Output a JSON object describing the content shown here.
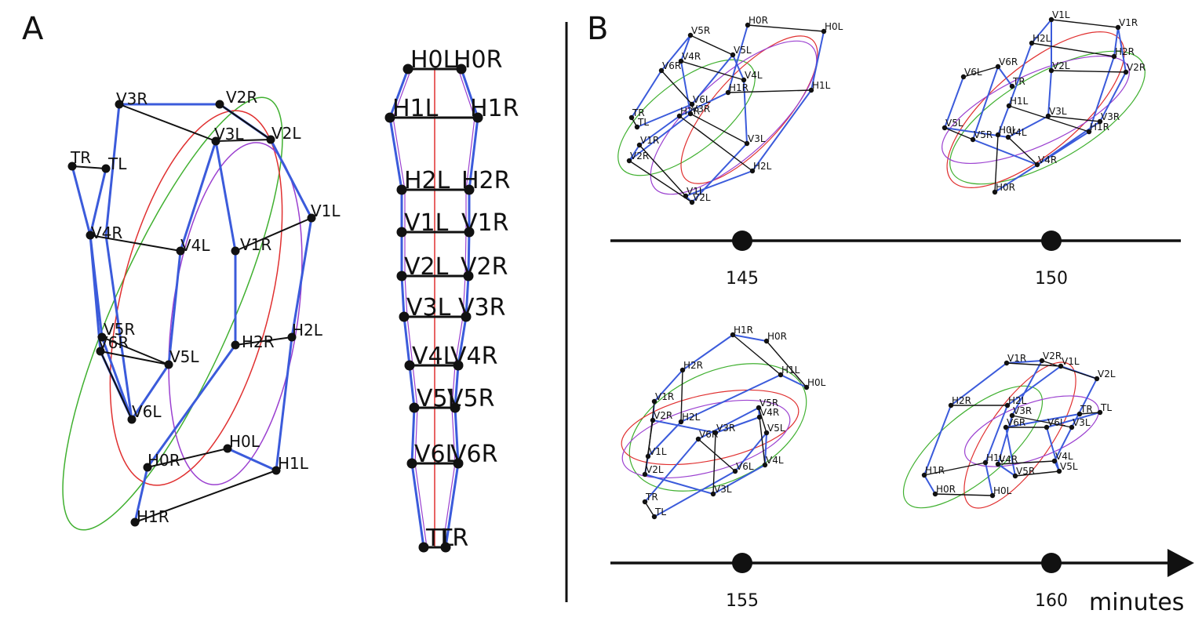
{
  "panels": {
    "a": "A",
    "b": "B"
  },
  "colors": {
    "blue": "#3b5bdb",
    "black": "#111111",
    "red": "#e03030",
    "green": "#40b030",
    "purple": "#9b40d0"
  },
  "panelA_chain": {
    "labels": [
      "TR",
      "TL",
      "V3R",
      "V2R",
      "V3L",
      "V2L",
      "V1L",
      "V4R",
      "V4L",
      "V1R",
      "V5R",
      "V6R",
      "V5L",
      "H2R",
      "H2L",
      "V6L",
      "H0L",
      "H0R",
      "H1L",
      "H1R"
    ]
  },
  "panelA_ladder": {
    "rows": [
      {
        "left": "H0L",
        "right": "H0R"
      },
      {
        "left": "H1L",
        "right": "H1R"
      },
      {
        "left": "H2L",
        "right": "H2R"
      },
      {
        "left": "V1L",
        "right": "V1R"
      },
      {
        "left": "V2L",
        "right": "V2R"
      },
      {
        "left": "V3L",
        "right": "V3R"
      },
      {
        "left": "V4L",
        "right": "V4R"
      },
      {
        "left": "V5L",
        "right": "V5R"
      },
      {
        "left": "V6L",
        "right": "V6R"
      },
      {
        "left": "TL",
        "right": "TR"
      }
    ]
  },
  "panelB": {
    "timelines": [
      {
        "ticks": [
          145,
          150
        ]
      },
      {
        "ticks": [
          155,
          160
        ],
        "unit": "minutes"
      }
    ],
    "snapshots": [
      {
        "minute": 145,
        "labels": [
          "V5R",
          "H0R",
          "H0L",
          "V4R",
          "V5L",
          "V6R",
          "V4L",
          "H1R",
          "H1L",
          "TR",
          "V6L",
          "V3R",
          "TL",
          "H2R",
          "V1R",
          "V3L",
          "V2R",
          "H2L",
          "V1L",
          "V2L"
        ]
      },
      {
        "minute": 150,
        "labels": [
          "V1L",
          "V1R",
          "H2L",
          "H2R",
          "V6R",
          "V2L",
          "V6L",
          "V2R",
          "TR",
          "H1L",
          "V3L",
          "V3R",
          "V5L",
          "H0L",
          "V4L",
          "V5R",
          "H1R",
          "V4R",
          "H0R"
        ]
      },
      {
        "minute": 155,
        "labels": [
          "H1R",
          "H0R",
          "H2R",
          "H1L",
          "H0L",
          "V1R",
          "V5R",
          "V4R",
          "V2R",
          "H2L",
          "V3R",
          "V6R",
          "V5L",
          "V1L",
          "V4L",
          "V6L",
          "V2L",
          "V3L",
          "TR",
          "TL"
        ]
      },
      {
        "minute": 160,
        "labels": [
          "V1R",
          "V2R",
          "V1L",
          "V2L",
          "H2R",
          "H2L",
          "V3R",
          "TR",
          "TL",
          "V6R",
          "V6L",
          "V3L",
          "H1L",
          "V4R",
          "V4L",
          "H1R",
          "V5R",
          "V5L",
          "H0R",
          "H0L"
        ]
      }
    ]
  }
}
